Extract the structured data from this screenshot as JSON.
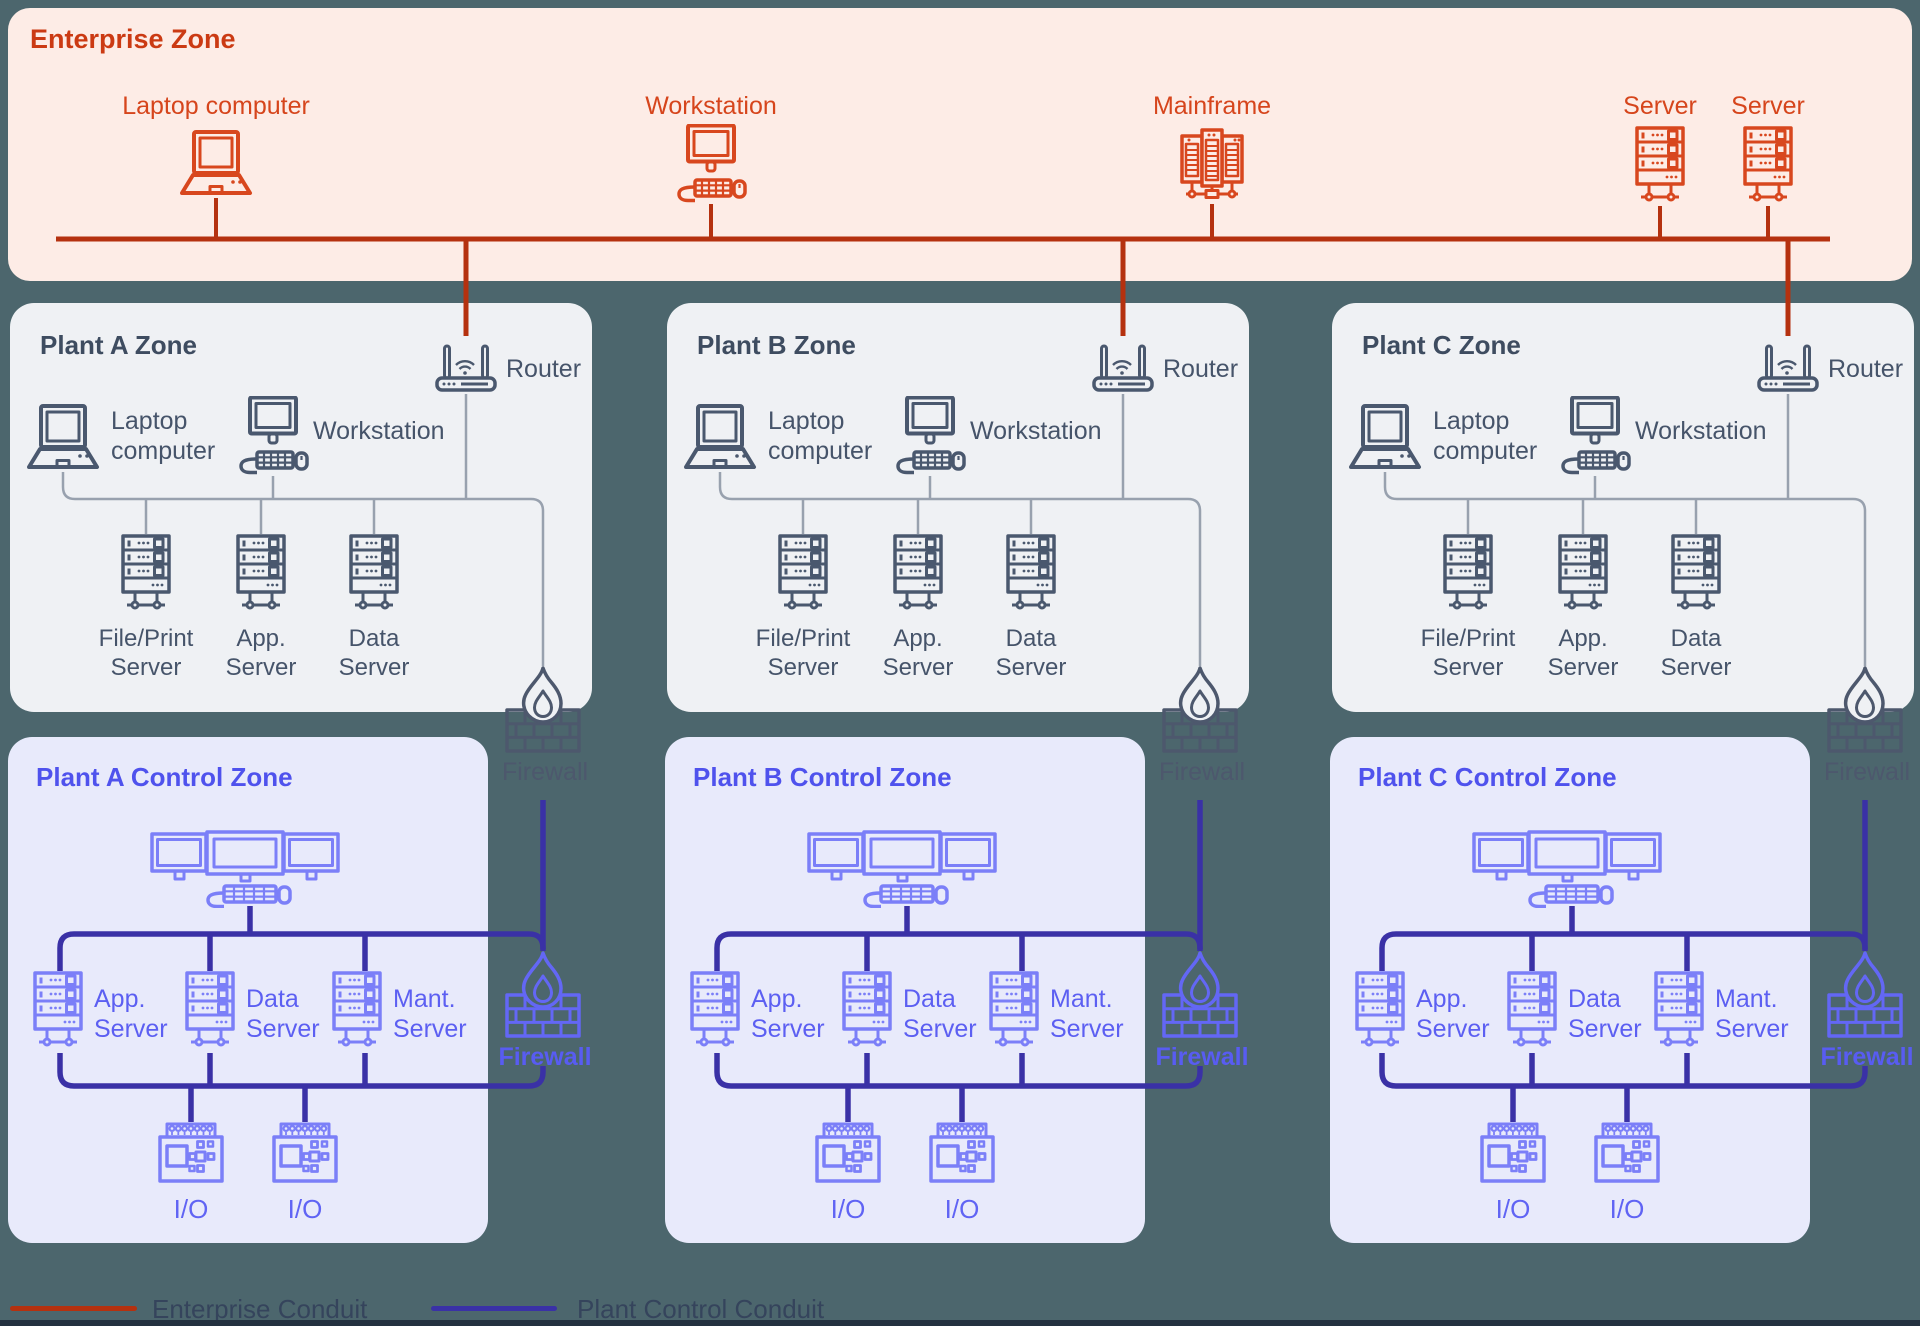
{
  "canvas": {
    "background": "#4c666d"
  },
  "colors": {
    "enterprise_bg": "#fdece6",
    "enterprise_accent": "#d6451c",
    "enterprise_title": "#cb3a13",
    "enterprise_conduit": "#b5310f",
    "plant_zone_bg": "#eff1f4",
    "plant_zone_text": "#46546a",
    "plant_zone_wire": "#98a1ae",
    "control_zone_bg": "#e8eafb",
    "control_zone_title": "#4f52ed",
    "control_zone_text": "#5c5ff2",
    "control_conduit": "#3a31a6",
    "firewall_gray": "#4d586d",
    "firewall_purple": "#6367f5"
  },
  "enterprise_zone": {
    "title": "Enterprise Zone",
    "devices": [
      {
        "icon": "laptop-icon",
        "label": "Laptop computer"
      },
      {
        "icon": "workstation-icon",
        "label": "Workstation"
      },
      {
        "icon": "mainframe-icon",
        "label": "Mainframe"
      },
      {
        "icon": "server-icon",
        "label": "Server"
      },
      {
        "icon": "server-icon",
        "label": "Server"
      }
    ]
  },
  "plants": [
    {
      "zone_title": "Plant A Zone",
      "router_label": "Router",
      "laptop_label": "Laptop\ncomputer",
      "workstation_label": "Workstation",
      "zone_servers": [
        "File/Print\nServer",
        "App.\nServer",
        "Data\nServer"
      ],
      "firewall_upper_label": "Firewall",
      "control_title": "Plant A Control Zone",
      "control_servers": [
        "App.\nServer",
        "Data\nServer",
        "Mant.\nServer"
      ],
      "firewall_lower_label": "Firewall",
      "io_labels": [
        "I/O",
        "I/O"
      ]
    },
    {
      "zone_title": "Plant B Zone",
      "router_label": "Router",
      "laptop_label": "Laptop\ncomputer",
      "workstation_label": "Workstation",
      "zone_servers": [
        "File/Print\nServer",
        "App.\nServer",
        "Data\nServer"
      ],
      "firewall_upper_label": "Firewall",
      "control_title": "Plant B Control Zone",
      "control_servers": [
        "App.\nServer",
        "Data\nServer",
        "Mant.\nServer"
      ],
      "firewall_lower_label": "Firewall",
      "io_labels": [
        "I/O",
        "I/O"
      ]
    },
    {
      "zone_title": "Plant C Zone",
      "router_label": "Router",
      "laptop_label": "Laptop\ncomputer",
      "workstation_label": "Workstation",
      "zone_servers": [
        "File/Print\nServer",
        "App.\nServer",
        "Data\nServer"
      ],
      "firewall_upper_label": "Firewall",
      "control_title": "Plant C Control Zone",
      "control_servers": [
        "App.\nServer",
        "Data\nServer",
        "Mant.\nServer"
      ],
      "firewall_lower_label": "Firewall",
      "io_labels": [
        "I/O",
        "I/O"
      ]
    }
  ],
  "legend": {
    "items": [
      {
        "label": "Enterprise Conduit",
        "color": "#b5310f"
      },
      {
        "label": "Plant Control Conduit",
        "color": "#3a31a6"
      }
    ]
  }
}
